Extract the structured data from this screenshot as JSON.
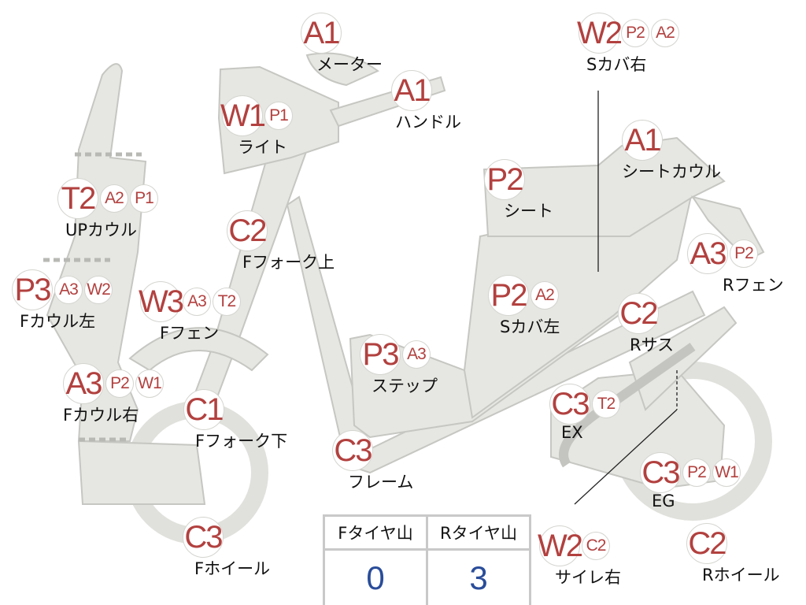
{
  "colors": {
    "code": "#b2413f",
    "value": "#2a4d9a",
    "body": "#e6e6e2"
  },
  "parts": [
    {
      "id": "meter",
      "label": "メーター",
      "big": "A1",
      "small": []
    },
    {
      "id": "handle",
      "label": "ハンドル",
      "big": "A1",
      "small": []
    },
    {
      "id": "light",
      "label": "ライト",
      "big": "W1",
      "small": [
        "P1"
      ]
    },
    {
      "id": "up-cowl",
      "label": "UPカウル",
      "big": "T2",
      "small": [
        "A2",
        "P1"
      ]
    },
    {
      "id": "f-cowl-left",
      "label": "Fカウル左",
      "big": "P3",
      "small": [
        "A3",
        "W2"
      ]
    },
    {
      "id": "f-fender",
      "label": "Fフェン",
      "big": "W3",
      "small": [
        "A3",
        "T2"
      ]
    },
    {
      "id": "f-cowl-right",
      "label": "Fカウル右",
      "big": "A3",
      "small": [
        "P2",
        "W1"
      ]
    },
    {
      "id": "f-fork-upper",
      "label": "Fフォーク上",
      "big": "C2",
      "small": []
    },
    {
      "id": "f-fork-lower",
      "label": "Fフォーク下",
      "big": "C1",
      "small": []
    },
    {
      "id": "f-wheel",
      "label": "Fホイール",
      "big": "C3",
      "small": []
    },
    {
      "id": "frame",
      "label": "フレーム",
      "big": "C3",
      "small": []
    },
    {
      "id": "step",
      "label": "ステップ",
      "big": "P3",
      "small": [
        "A3"
      ]
    },
    {
      "id": "seat",
      "label": "シート",
      "big": "P2",
      "small": []
    },
    {
      "id": "seat-cowl",
      "label": "シートカウル",
      "big": "A1",
      "small": []
    },
    {
      "id": "s-cover-right",
      "label": "Sカバ右",
      "big": "W2",
      "small": [
        "P2",
        "A2"
      ]
    },
    {
      "id": "s-cover-left",
      "label": "Sカバ左",
      "big": "P2",
      "small": [
        "A2"
      ]
    },
    {
      "id": "r-fender",
      "label": "Rフェン",
      "big": "A3",
      "small": [
        "P2"
      ]
    },
    {
      "id": "r-suspension",
      "label": "Rサス",
      "big": "C2",
      "small": []
    },
    {
      "id": "exhaust",
      "label": "EX",
      "big": "C3",
      "small": [
        "T2"
      ]
    },
    {
      "id": "engine",
      "label": "EG",
      "big": "C3",
      "small": [
        "P2",
        "W1"
      ]
    },
    {
      "id": "muffler-right",
      "label": "サイレ右",
      "big": "W2",
      "small": [
        "C2"
      ]
    },
    {
      "id": "r-wheel",
      "label": "Rホイール",
      "big": "C2",
      "small": []
    }
  ],
  "tire_tread": {
    "front_label": "Fタイヤ山",
    "rear_label": "Rタイヤ山",
    "front_value": "0",
    "rear_value": "3"
  }
}
